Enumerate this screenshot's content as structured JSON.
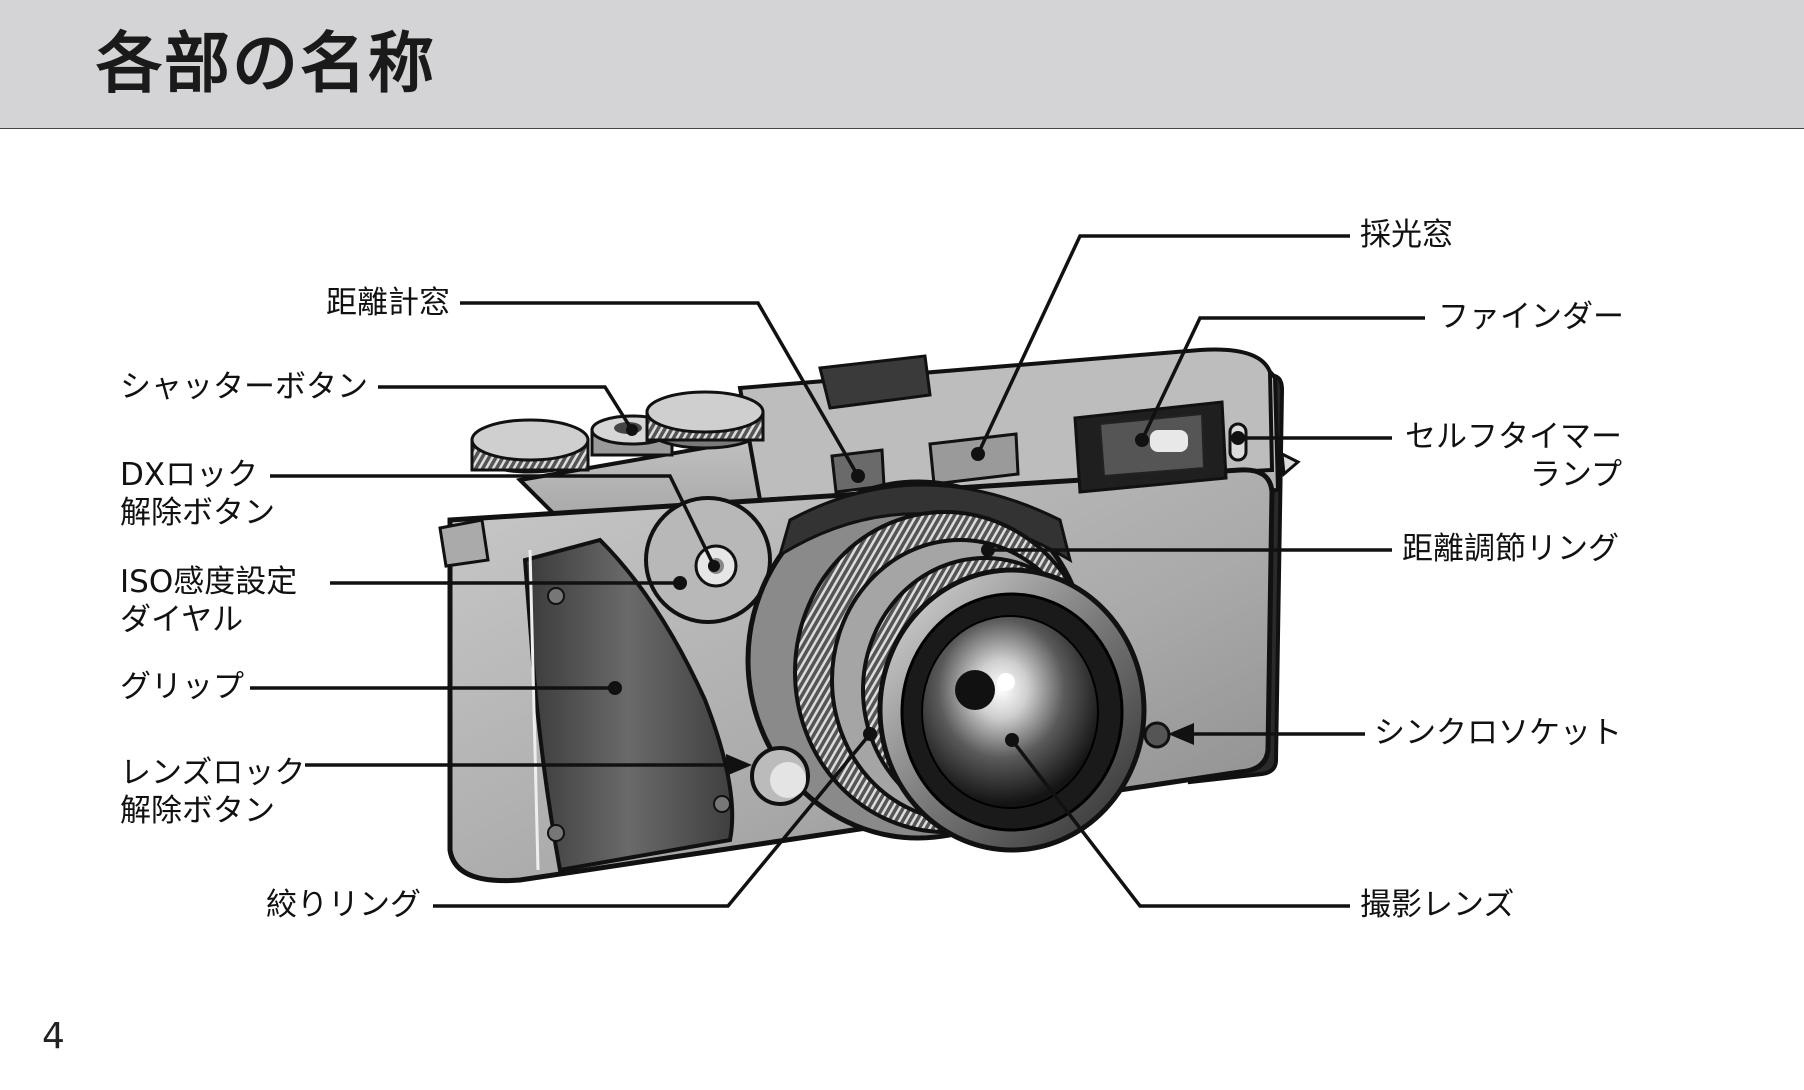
{
  "header": {
    "title": "各部の名称"
  },
  "page": {
    "number": "4"
  },
  "labels": {
    "rangefinder_window": "距離計窓",
    "shutter_button": "シャッターボタン",
    "dx_lock_release": "DXロック\n解除ボタン",
    "iso_dial": "ISO感度設定\nダイヤル",
    "grip": "グリップ",
    "lens_lock_release": "レンズロック\n解除ボタン",
    "aperture_ring": "絞りリング",
    "light_window": "採光窓",
    "finder": "ファインダー",
    "self_timer_lamp": "セルフタイマー\nランプ",
    "focus_ring": "距離調節リング",
    "sync_socket": "シンクロソケット",
    "lens": "撮影レンズ"
  }
}
